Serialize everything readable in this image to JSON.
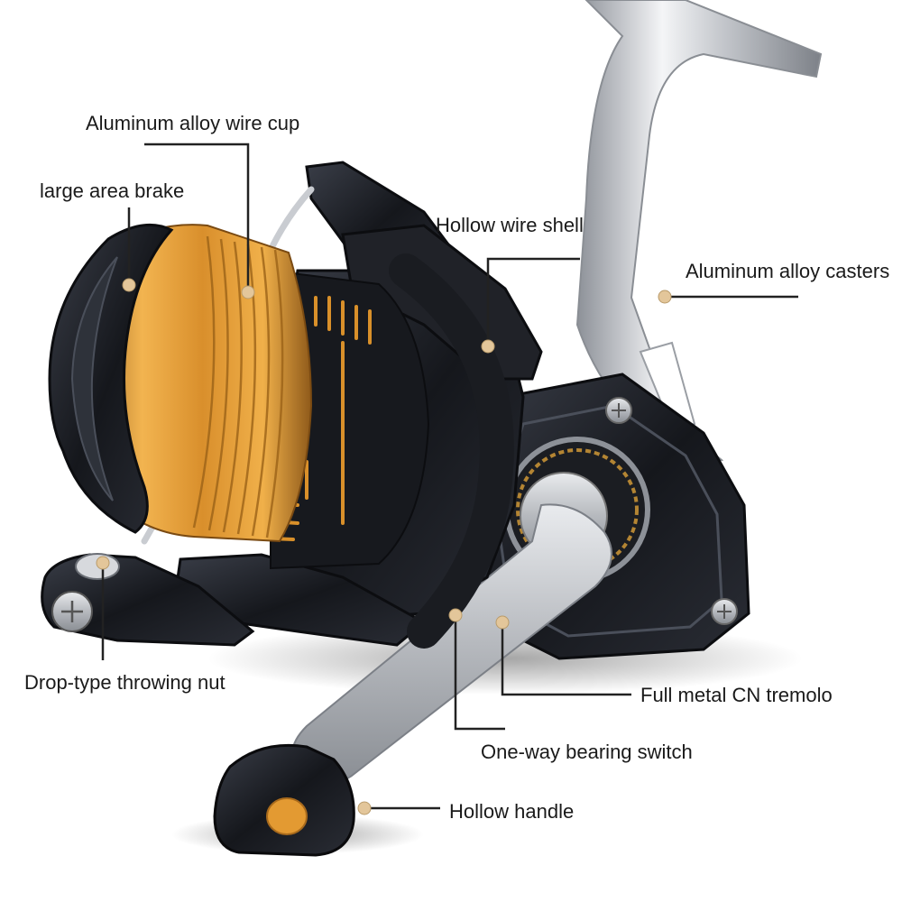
{
  "callouts": {
    "wire_cup": "Aluminum alloy wire cup",
    "brake": "large area brake",
    "wire_shell": "Hollow wire shell",
    "casters": "Aluminum alloy casters",
    "throwing_nut": "Drop-type throwing nut",
    "tremolo": "Full metal CN tremolo",
    "bearing_switch": "One-way bearing switch",
    "handle": "Hollow handle"
  },
  "colors": {
    "spool_gold": "#d9902a",
    "body_black": "#1c1e24",
    "metal_silver": "#c9ccd1",
    "marker": "#e3c69a",
    "leader_line": "#222222"
  }
}
